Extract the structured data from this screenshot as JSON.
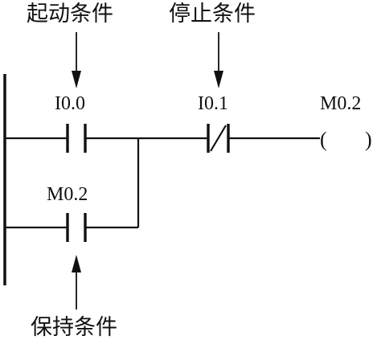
{
  "annotations": {
    "start_condition": "起动条件",
    "stop_condition": "停止条件",
    "hold_condition": "保持条件"
  },
  "contacts": {
    "start": {
      "address": "I0.0",
      "type": "normally-open"
    },
    "stop": {
      "address": "I0.1",
      "type": "normally-closed"
    },
    "hold": {
      "address": "M0.2",
      "type": "normally-open"
    }
  },
  "coil": {
    "address": "M0.2",
    "left_paren": "(",
    "right_paren": ")"
  },
  "colors": {
    "ink": "#111111",
    "background": "#ffffff"
  }
}
